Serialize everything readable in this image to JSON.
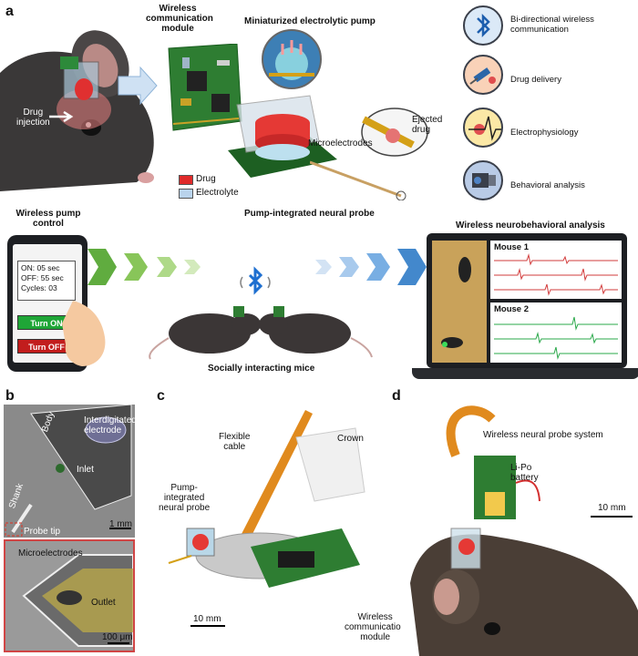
{
  "panels": {
    "a": "a",
    "b": "b",
    "c": "c",
    "d": "d"
  },
  "panel_a": {
    "drug_injection": "Drug\ninjection",
    "wireless_module": "Wireless\ncommunication\nmodule",
    "electrolytic_pump": "Miniaturized electrolytic pump",
    "ejected_drug": "Ejected\ndrug",
    "microelectrodes": "Microelectrodes",
    "legend_drug": "Drug",
    "legend_electrolyte": "Electrolyte",
    "probe_title": "Pump-integrated neural probe",
    "features": [
      {
        "label": "Bi-directional wireless\ncommunication",
        "icon": "bluetooth-icon"
      },
      {
        "label": "Drug delivery",
        "icon": "syringe-icon"
      },
      {
        "label": "Electrophysiology",
        "icon": "neuron-spike-icon"
      },
      {
        "label": "Behavioral analysis",
        "icon": "camera-icon"
      }
    ],
    "pump_control_title": "Wireless pump\ncontrol",
    "phone": {
      "on": "ON: 05 sec",
      "off": "OFF: 55 sec",
      "cycles": "Cycles: 03",
      "turn_on": "Turn ON",
      "turn_off": "Turn OFF"
    },
    "social_mice": "Socially interacting mice",
    "neurobehavioral_title": "Wireless neurobehavioral analysis",
    "mouse1": "Mouse 1",
    "mouse2": "Mouse 2"
  },
  "panel_b": {
    "body": "Body",
    "interdigitated": "Interdigitated\nelectrode",
    "inlet": "Inlet",
    "shank": "Shank",
    "probe_tip": "Probe tip",
    "scale_top": "1 mm",
    "microelectrodes": "Microelectrodes",
    "outlet": "Outlet",
    "scale_bottom": "100 μm"
  },
  "panel_c": {
    "flexible_cable": "Flexible\ncable",
    "crown": "Crown",
    "pump_probe": "Pump-\nintegrated\nneural probe",
    "scale": "10 mm",
    "wireless_module": "Wireless\ncommunication\nmodule"
  },
  "panel_d": {
    "system": "Wireless neural probe system",
    "battery": "Li-Po\nbattery",
    "scale": "10 mm"
  },
  "colors": {
    "drug": "#e02a2a",
    "electrolyte": "#b9d3ec",
    "turn_on": "#1fa637",
    "turn_off": "#c21d1d",
    "trace1": "#d23b3b",
    "trace2": "#2aa84a",
    "chevron_green": "#6fbf3a",
    "chevron_blue": "#3d8fd6"
  }
}
